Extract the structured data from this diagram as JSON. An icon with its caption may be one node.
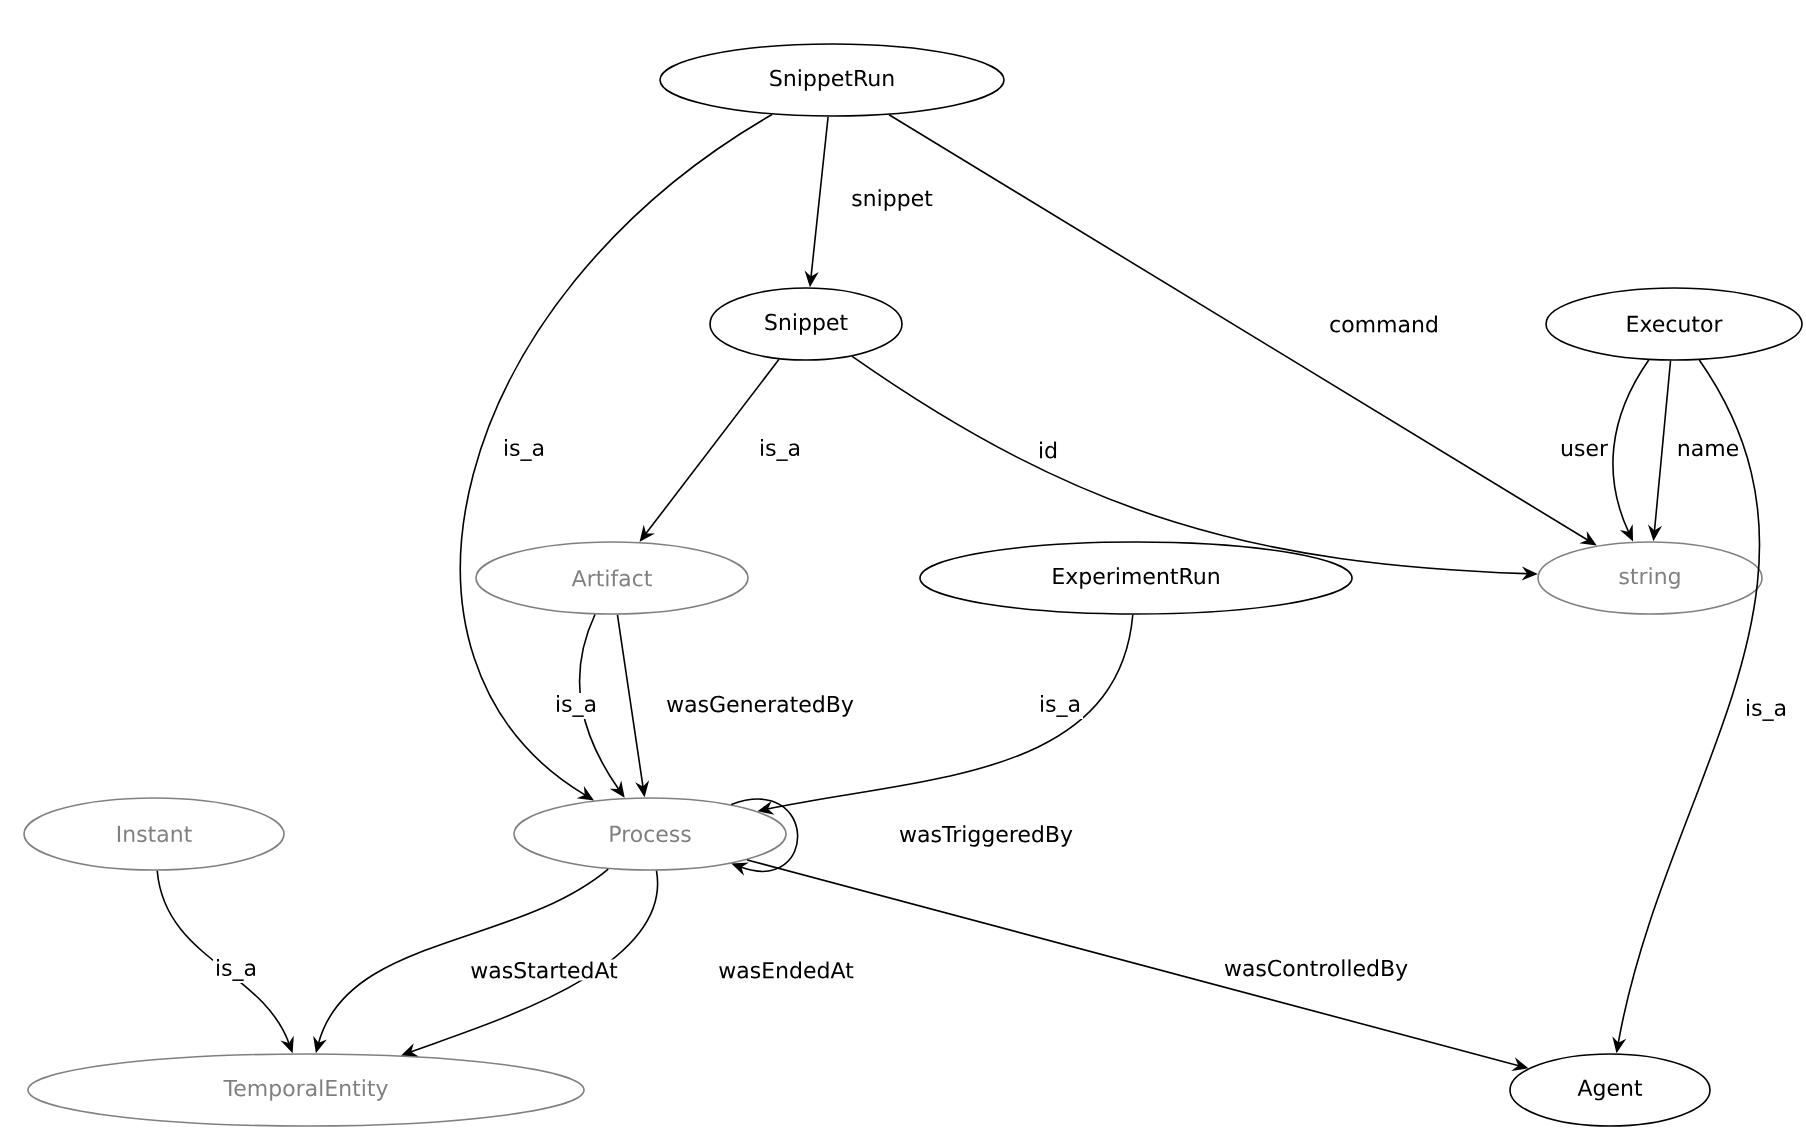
{
  "diagram": {
    "nodes": [
      {
        "text": [
          "SnippetRun"
        ]
      },
      {
        "text": [
          "Snippet"
        ]
      },
      {
        "text": [
          "Executor"
        ]
      },
      {
        "text": [
          "Artifact"
        ]
      },
      {
        "text": [
          "ExperimentRun"
        ]
      },
      {
        "text": [
          "string"
        ]
      },
      {
        "text": [
          "Instant"
        ]
      },
      {
        "text": [
          "Process"
        ]
      },
      {
        "text": [
          "TemporalEntity"
        ]
      },
      {
        "text": [
          "Agent"
        ]
      }
    ],
    "edges": [
      {
        "from": 0,
        "to": 1,
        "arrow": "to",
        "label": "snippet"
      },
      {
        "from": 0,
        "to": 5,
        "arrow": "to",
        "label": "command"
      },
      {
        "from": 0,
        "to": 7,
        "arrow": "to",
        "label": "is_a"
      },
      {
        "from": 1,
        "to": 3,
        "arrow": "to",
        "label": "is_a"
      },
      {
        "from": 1,
        "to": 5,
        "arrow": "to",
        "label": "id"
      },
      {
        "from": 2,
        "to": 5,
        "arrow": "to",
        "label": "user"
      },
      {
        "from": 2,
        "to": 5,
        "arrow": "to",
        "label": "name"
      },
      {
        "from": 2,
        "to": 9,
        "arrow": "to",
        "label": "is_a"
      },
      {
        "from": 3,
        "to": 7,
        "arrow": "to",
        "label": "is_a"
      },
      {
        "from": 3,
        "to": 7,
        "arrow": "to",
        "label": "wasGeneratedBy"
      },
      {
        "from": 4,
        "to": 7,
        "arrow": "to",
        "label": "is_a"
      },
      {
        "from": 7,
        "to": 7,
        "arrow": "to",
        "label": "wasTriggeredBy"
      },
      {
        "from": 6,
        "to": 8,
        "arrow": "to",
        "label": "is_a"
      },
      {
        "from": 7,
        "to": 8,
        "arrow": "to",
        "label": "wasStartedAt"
      },
      {
        "from": 7,
        "to": 8,
        "arrow": "to",
        "label": "wasEndedAt"
      },
      {
        "from": 7,
        "to": 9,
        "arrow": "to",
        "label": "wasControlledBy"
      }
    ]
  }
}
